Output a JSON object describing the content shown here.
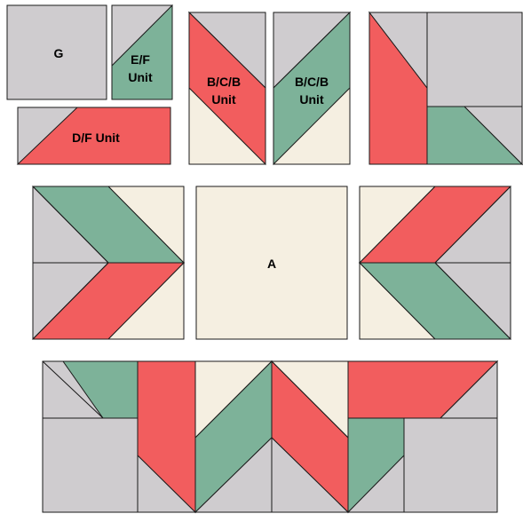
{
  "colors": {
    "gray": "#cfcccf",
    "green": "#7db299",
    "red": "#f25d5e",
    "cream": "#f5efe1",
    "outline": "#1a1a1a"
  },
  "labels": {
    "g": "G",
    "ef_line1": "E/F",
    "ef_line2": "Unit",
    "df": "D/F Unit",
    "bcb1_line1": "B/C/B",
    "bcb1_line2": "Unit",
    "bcb2_line1": "B/C/B",
    "bcb2_line2": "Unit",
    "a": "A"
  }
}
